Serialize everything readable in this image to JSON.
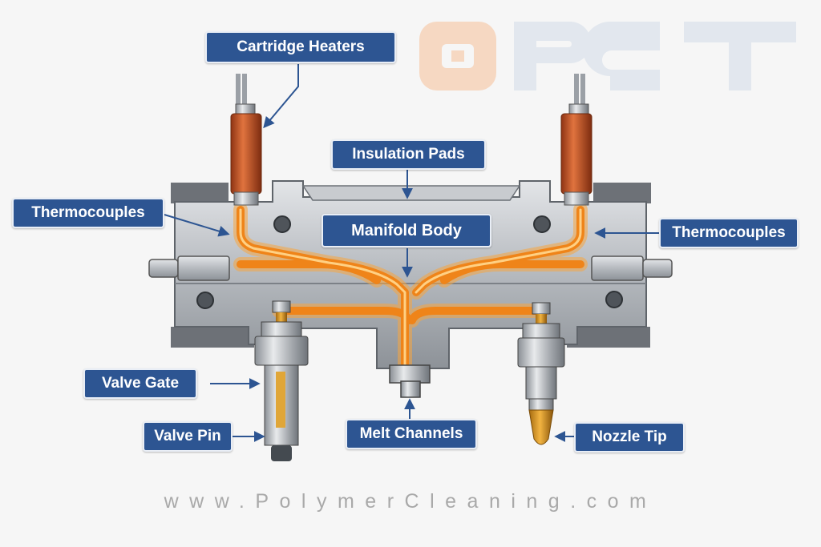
{
  "logo": {
    "text": "OPCT",
    "colors": {
      "o": "#f6d8c2",
      "pct": "#e2e7ee"
    }
  },
  "labels": {
    "cartridge_heaters": "Cartridge Heaters",
    "insulation_pads": "Insulation Pads",
    "thermocouples_left": "Thermocouples",
    "manifold_body": "Manifold Body",
    "thermocouples_right": "Thermocouples",
    "valve_gate": "Valve Gate",
    "valve_pin": "Valve Pin",
    "melt_channels": "Melt Channels",
    "nozzle_tip": "Nozzle Tip"
  },
  "website": "www.PolymerCleaning.com",
  "colors": {
    "label_bg": "#2d5592",
    "label_border": "#e9eef6",
    "arrow": "#2d5592",
    "melt": "#f08a1c",
    "heater": "#c8552a",
    "steel": "#a9adb2"
  }
}
